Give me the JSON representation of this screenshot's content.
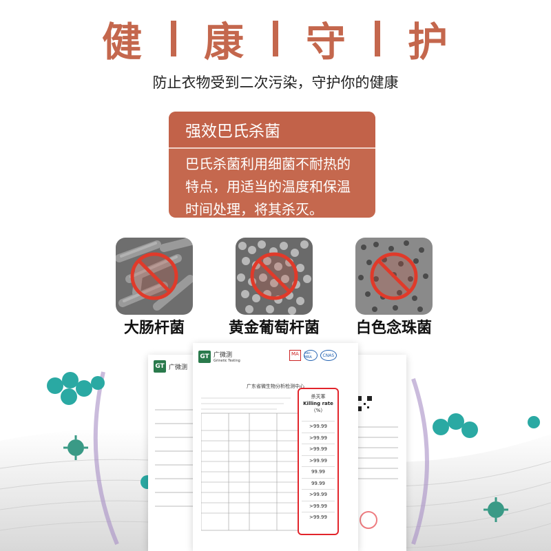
{
  "header": {
    "title_chars": [
      "健",
      "康",
      "守",
      "护"
    ],
    "subtitle": "防止衣物受到二次污染，守护你的健康"
  },
  "card": {
    "heading": "强效巴氏杀菌",
    "body_lines": [
      "巴氏杀菌利用细菌不耐热的",
      "特点，用适当的温度和保温",
      "时间处理，将其杀灭。"
    ]
  },
  "bacteria": [
    {
      "label": "大肠杆菌"
    },
    {
      "label": "黄金葡萄杆菌"
    },
    {
      "label": "白色念珠菌"
    }
  ],
  "report": {
    "logo_cn": "广微测",
    "logo_en": "Grinetic Testing",
    "center_name": "广东省微生物分析检测中心",
    "kill_rate_cn": "杀灭率",
    "kill_rate_en": "Killing rate",
    "kill_rate_unit": "（%）",
    "kill_values": [
      ">99.99",
      ">99.99",
      ">99.99",
      ">99.99",
      "99.99",
      "99.99",
      ">99.99",
      ">99.99",
      ">99.99"
    ],
    "cert_labels": [
      "ilac-MRA",
      "CNAS"
    ]
  },
  "colors": {
    "accent": "#c4674d",
    "card_bg": "#c5684e",
    "kill_border": "#e2242b"
  }
}
